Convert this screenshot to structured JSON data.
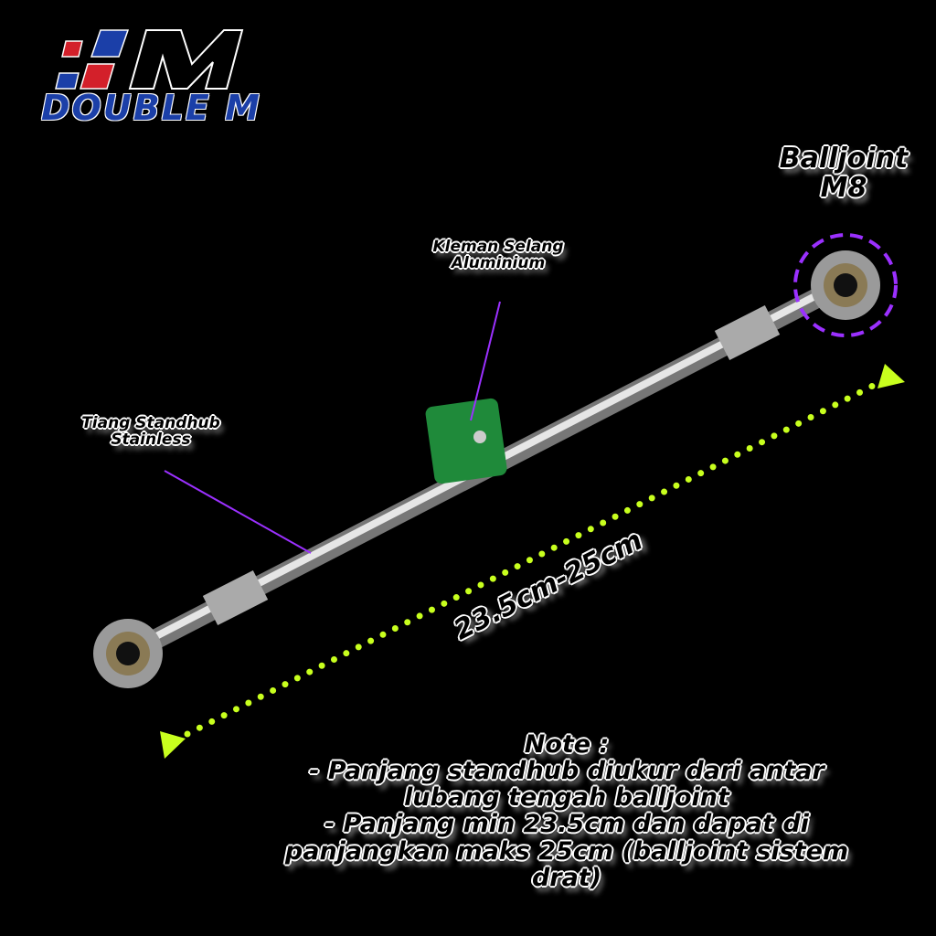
{
  "brand": {
    "logo_mark": "M",
    "logo_text": "DOUBLE M",
    "colors": {
      "red": "#d3202a",
      "blue": "#1b3fa8"
    }
  },
  "labels": {
    "balljoint": [
      "Balljoint",
      "M8"
    ],
    "clamp": [
      "Kleman Selang",
      "Aluminium"
    ],
    "rod": [
      "Tiang Standhub",
      "Stainless"
    ],
    "length": "23.5cm-25cm"
  },
  "note": {
    "title": "Note :",
    "lines": [
      "- Panjang standhub diukur dari antar",
      "lubang tengah balljoint",
      "- Panjang min 23.5cm dan dapat di",
      "panjangkan maks 25cm (balljoint sistem",
      "drat)"
    ]
  },
  "colors": {
    "dots": "#c8ff1e",
    "pointer": "#9b30ff",
    "clamp": "#1f8a3a"
  }
}
